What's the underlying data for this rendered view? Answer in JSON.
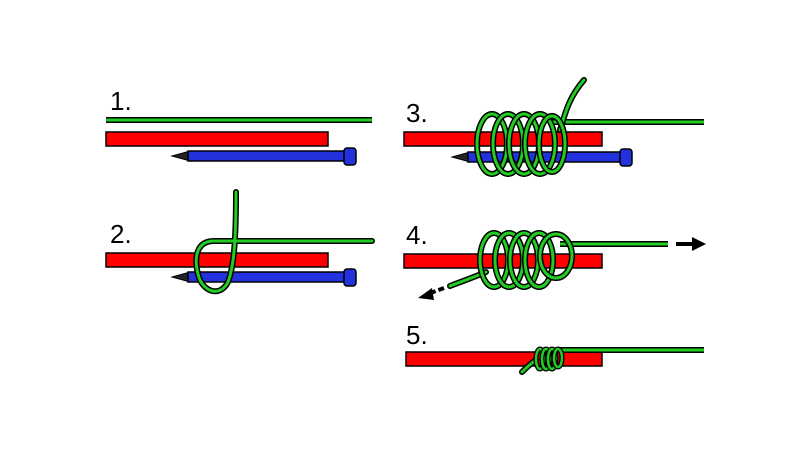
{
  "steps": [
    {
      "label": "1."
    },
    {
      "label": "2."
    },
    {
      "label": "3."
    },
    {
      "label": "4."
    },
    {
      "label": "5."
    }
  ],
  "colors": {
    "line": "#22cc22",
    "bar": "#ff0000",
    "needle": "#2233dd",
    "outline": "#000000",
    "arrow": "#000000"
  },
  "icons": {
    "arrow_right": "arrow-right-icon",
    "arrow_left": "arrow-left-icon"
  }
}
